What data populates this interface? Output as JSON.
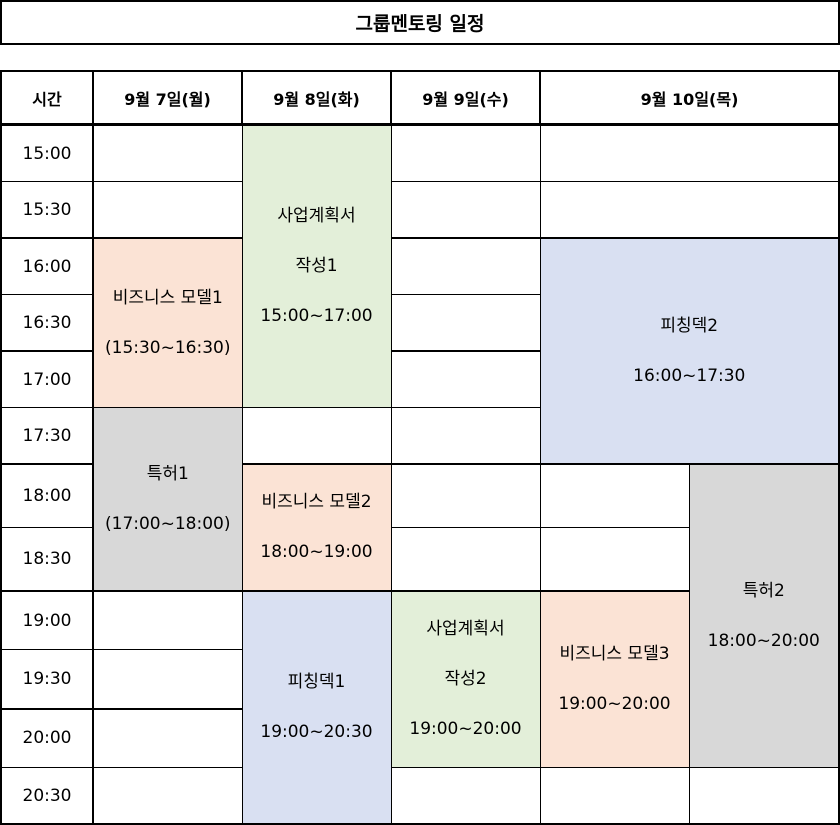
{
  "title": "그룹멘토링 일정",
  "header": {
    "time": "시간",
    "days": [
      "9월 7일(월)",
      "9월 8일(화)",
      "9월 9일(수)",
      "9월 10일(목)"
    ]
  },
  "times": [
    "15:00",
    "15:30",
    "16:00",
    "16:30",
    "17:00",
    "17:30",
    "18:00",
    "18:30",
    "19:00",
    "19:30",
    "20:00",
    "20:30"
  ],
  "events": {
    "mon_biz1": {
      "name": "비즈니스 모델1",
      "time": "(15:30~16:30)",
      "color": "#fbe3d5"
    },
    "mon_patent1": {
      "name": "특허1",
      "time": "(17:00~18:00)",
      "color": "#d8d8d8"
    },
    "tue_plan1": {
      "name1": "사업계획서",
      "name2": "작성1",
      "time": "15:00~17:00",
      "color": "#e3efd9"
    },
    "tue_biz2": {
      "name": "비즈니스 모델2",
      "time": "18:00~19:00",
      "color": "#fbe3d5"
    },
    "tue_pitch1": {
      "name": "피칭덱1",
      "time": "19:00~20:30",
      "color": "#d9e0f2"
    },
    "wed_plan2": {
      "name1": "사업계획서",
      "name2": "작성2",
      "time": "19:00~20:00",
      "color": "#e3efd9"
    },
    "thu_pitch2": {
      "name": "피칭덱2",
      "time": "16:00~17:30",
      "color": "#d9e0f2"
    },
    "thu_patent2": {
      "name": "특허2",
      "time": "18:00~20:00",
      "color": "#d8d8d8"
    },
    "thu_biz3": {
      "name": "비즈니스 모델3",
      "time": "19:00~20:00",
      "color": "#fbe3d5"
    }
  }
}
